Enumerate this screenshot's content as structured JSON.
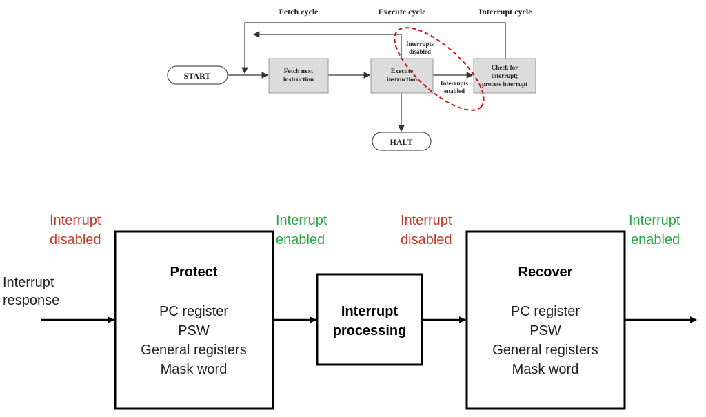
{
  "top_diagram": {
    "phases": {
      "fetch_cycle": "Fetch cycle",
      "execute_cycle": "Execute cycle",
      "interrupt_cycle": "Interrupt cycle"
    },
    "start": "START",
    "halt": "HALT",
    "fetch_next": [
      "Fetch next",
      "instruction"
    ],
    "execute": [
      "Execute",
      "instruction"
    ],
    "check": [
      "Check for",
      "interrupt;",
      "process interrupt"
    ],
    "interrupts_disabled": [
      "Interrupts",
      "disabled"
    ],
    "interrupts_enabled": [
      "Interrupts",
      "enabled"
    ],
    "highlight_color": "#cc1111"
  },
  "bottom_diagram": {
    "colors": {
      "disabled": "#c0392b",
      "enabled": "#27a844"
    },
    "input_label": [
      "Interrupt",
      "response"
    ],
    "labels": {
      "disabled_1": [
        "Interrupt",
        "disabled"
      ],
      "enabled_1": [
        "Interrupt",
        "enabled"
      ],
      "disabled_2": [
        "Interrupt",
        "disabled"
      ],
      "enabled_2": [
        "Interrupt",
        "enabled"
      ]
    },
    "protect": {
      "title": "Protect",
      "items": [
        "PC register",
        "PSW",
        "General registers",
        "Mask word"
      ]
    },
    "processing": {
      "lines": [
        "Interrupt",
        "processing"
      ]
    },
    "recover": {
      "title": "Recover",
      "items": [
        "PC register",
        "PSW",
        "General registers",
        "Mask word"
      ]
    }
  }
}
